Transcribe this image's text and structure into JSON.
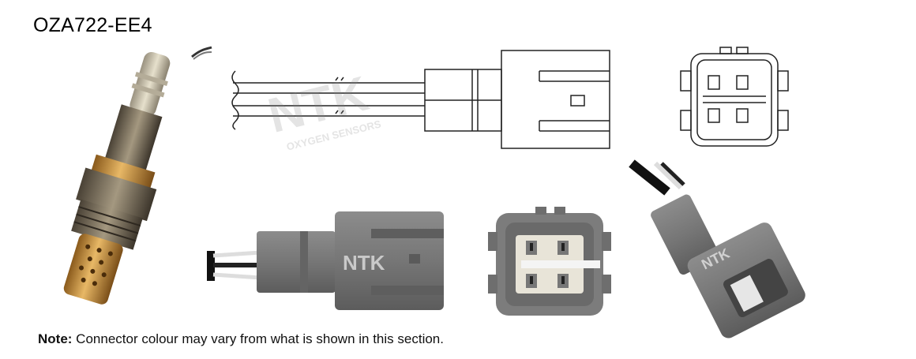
{
  "part_number": "OZA722-EE4",
  "note": {
    "label": "Note:",
    "text": " Connector colour may vary from what is shown in this section."
  },
  "watermark": {
    "brand": "NTK",
    "subtitle": "OXYGEN SENSORS"
  },
  "connector_brand": "NTK",
  "colors": {
    "connector_grey": "#7a7a7a",
    "sensor_brass": "#c89a4a",
    "line_art": "#222222"
  }
}
